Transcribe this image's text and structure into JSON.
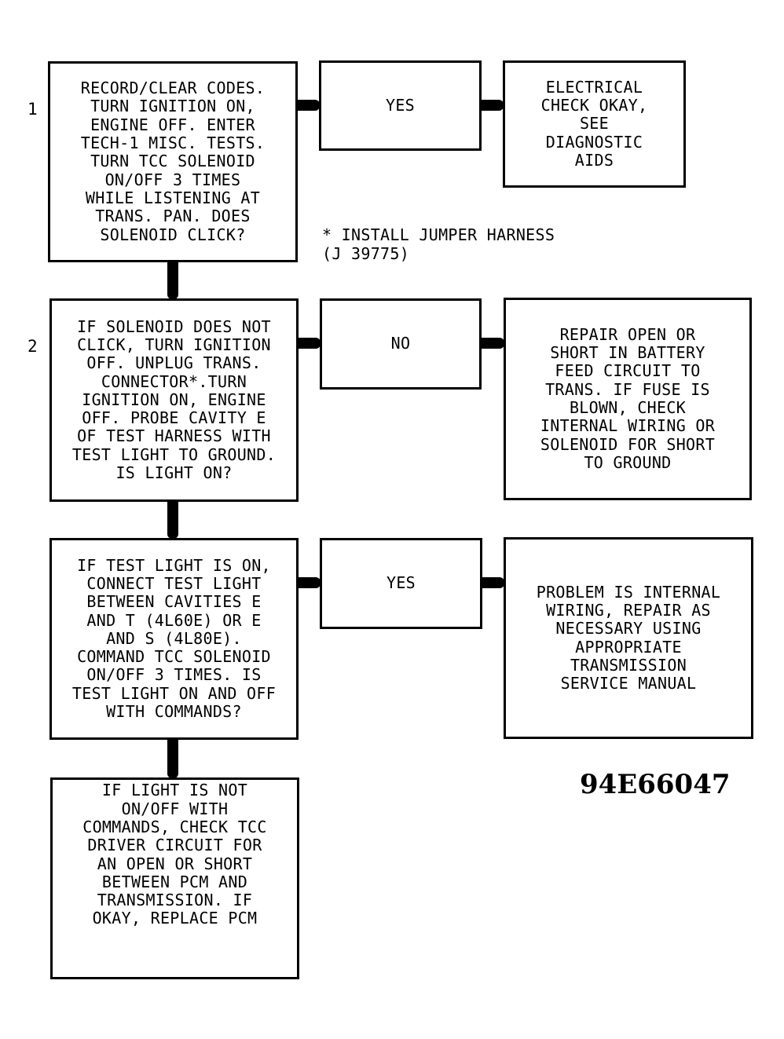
{
  "steps": [
    {
      "number": "1",
      "question": "RECORD/CLEAR CODES.\nTURN IGNITION ON,\nENGINE OFF. ENTER\nTECH-1 MISC. TESTS.\nTURN TCC SOLENOID\nON/OFF 3 TIMES\nWHILE LISTENING AT\nTRANS. PAN. DOES\nSOLENOID CLICK?",
      "answer": "YES",
      "result": "ELECTRICAL\nCHECK OKAY,\nSEE\nDIAGNOSTIC\nAIDS"
    },
    {
      "number": "2",
      "question": "IF SOLENOID DOES NOT\nCLICK, TURN IGNITION\nOFF. UNPLUG TRANS.\nCONNECTOR*.TURN\nIGNITION ON, ENGINE\nOFF. PROBE CAVITY E\nOF TEST HARNESS WITH\nTEST LIGHT TO GROUND.\nIS LIGHT ON?",
      "answer": "NO",
      "result": "REPAIR OPEN OR\nSHORT IN BATTERY\nFEED CIRCUIT TO\nTRANS. IF FUSE IS\nBLOWN, CHECK\nINTERNAL WIRING OR\nSOLENOID FOR SHORT\nTO GROUND"
    },
    {
      "number": "",
      "question": "IF TEST LIGHT IS ON,\nCONNECT TEST LIGHT\nBETWEEN CAVITIES E\nAND T (4L60E) OR E\nAND S (4L80E).\nCOMMAND TCC SOLENOID\nON/OFF 3 TIMES. IS\nTEST LIGHT ON AND OFF\nWITH COMMANDS?",
      "answer": "YES",
      "result": "PROBLEM IS INTERNAL\nWIRING, REPAIR AS\nNECESSARY USING\nAPPROPRIATE\nTRANSMISSION\nSERVICE MANUAL"
    }
  ],
  "final_step": "IF LIGHT IS NOT\nON/OFF WITH\nCOMMANDS, CHECK TCC\nDRIVER CIRCUIT FOR\nAN OPEN OR SHORT\nBETWEEN PCM AND\nTRANSMISSION. IF\nOKAY, REPLACE PCM",
  "note": "* INSTALL JUMPER HARNESS\n(J 39775)",
  "figure_id": "94E66047"
}
